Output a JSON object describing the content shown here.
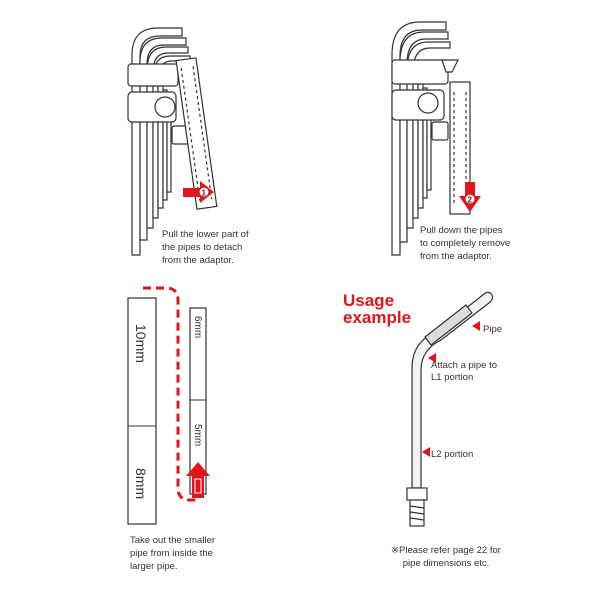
{
  "panels": {
    "detach": {
      "step": "1",
      "caption": "Pull the lower part of\nthe pipes to detach\nfrom the adaptor."
    },
    "remove": {
      "step": "2",
      "caption": "Pull down the pipes\nto completely remove\nfrom the adaptor."
    },
    "pipes": {
      "large_pipe_top": "10mm",
      "large_pipe_bottom": "8mm",
      "small_pipe_top": "6mm",
      "small_pipe_bottom": "5mm",
      "caption": "Take out the smaller\npipe from inside the\nlarger pipe."
    },
    "usage": {
      "title": "Usage\nexample",
      "label_pipe": "Pipe",
      "label_attach": "Attach a pipe to\nL1 portion",
      "label_l2": "L2 portion",
      "note": "※Please refer page 22 for\npipe dimensions etc."
    }
  },
  "colors": {
    "accent": "#e0161c",
    "line": "#333333"
  }
}
